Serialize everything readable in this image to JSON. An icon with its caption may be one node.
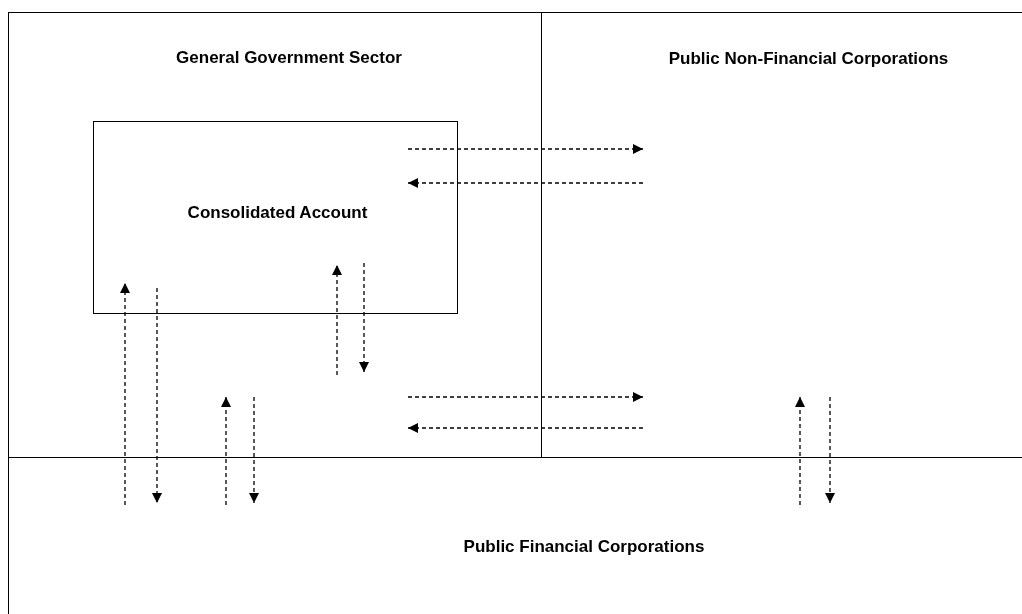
{
  "diagram": {
    "nodes": [
      {
        "text": [
          "General Government Sector"
        ]
      },
      {
        "text": [
          "Public Non-Financial Corporations"
        ]
      },
      {
        "text": [
          "Consolidated Account"
        ],
        "in": 0
      },
      {
        "text": [
          "Public Financial Corporations"
        ]
      }
    ],
    "edges": [
      {
        "from": 2,
        "to": 1,
        "arrow": "to",
        "style": "dashed"
      },
      {
        "from": 1,
        "to": 2,
        "arrow": "to",
        "style": "dashed"
      },
      {
        "from": null,
        "to": 2,
        "arrow": "to",
        "style": "dashed"
      },
      {
        "from": 2,
        "to": null,
        "arrow": "to",
        "style": "dashed"
      },
      {
        "from": 3,
        "to": 2,
        "arrow": "to",
        "style": "dashed"
      },
      {
        "from": 2,
        "to": 3,
        "arrow": "to",
        "style": "dashed"
      },
      {
        "from": 3,
        "to": 0,
        "arrow": "to",
        "style": "dashed"
      },
      {
        "from": null,
        "to": 3,
        "arrow": "to",
        "style": "dashed"
      },
      {
        "from": 0,
        "to": 1,
        "arrow": "to",
        "style": "dashed"
      },
      {
        "from": 1,
        "to": 0,
        "arrow": "to",
        "style": "dashed"
      },
      {
        "from": 3,
        "to": 1,
        "arrow": "to",
        "style": "dashed"
      },
      {
        "from": 1,
        "to": 3,
        "arrow": "to",
        "style": "dashed"
      }
    ]
  }
}
